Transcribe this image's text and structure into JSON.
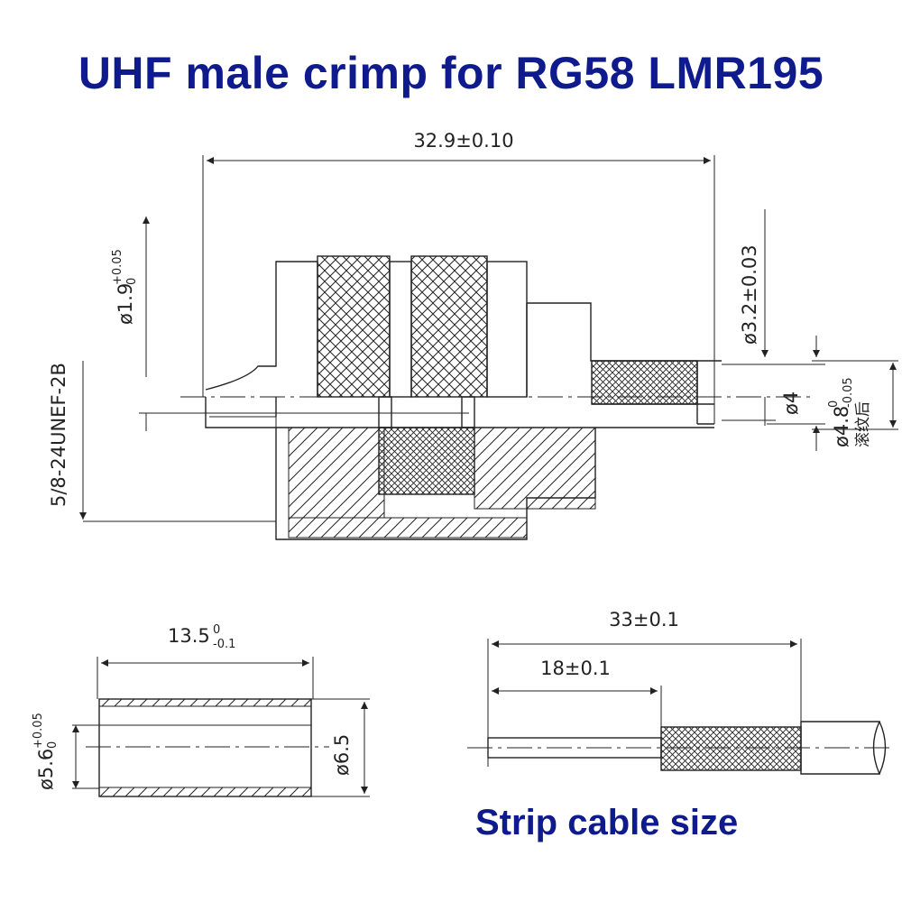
{
  "title": "UHF male crimp for RG58 LMR195",
  "strip_title": "Strip cable size",
  "connector": {
    "overall_length": "32.9±0.10",
    "pin_dia_main": "ø1.9",
    "pin_dia_tol": "+0.05",
    "pin_dia_tol_low": "0",
    "thread": "5/8-24UNEF-2B",
    "pin_bore": "ø3.2±0.03",
    "ferrule_id": "ø4",
    "crimp_dia_main": "ø4.8",
    "crimp_dia_tol_up": "0",
    "crimp_dia_tol_low": "-0.05",
    "crimp_note": "滚纹后"
  },
  "sleeve": {
    "length_main": "13.5",
    "length_tol_up": "0",
    "length_tol_low": "-0.1",
    "inner_dia_main": "ø5.6",
    "inner_dia_tol": "+0.05",
    "inner_dia_tol_low": "0",
    "outer_dia": "ø6.5"
  },
  "cable": {
    "overall_strip": "33±0.1",
    "conductor_strip": "18±0.1"
  },
  "colors": {
    "title": "#0f1a8c",
    "line": "#222222"
  }
}
